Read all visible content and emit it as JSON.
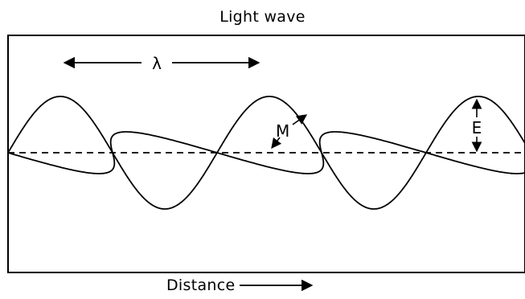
{
  "diagram": {
    "title": "Light wave",
    "x_axis_label": "Distance",
    "wavelength_symbol": "λ",
    "magnetic_label": "M",
    "electric_label": "E"
  },
  "colors": {
    "line": "#000000",
    "background": "#ffffff"
  }
}
